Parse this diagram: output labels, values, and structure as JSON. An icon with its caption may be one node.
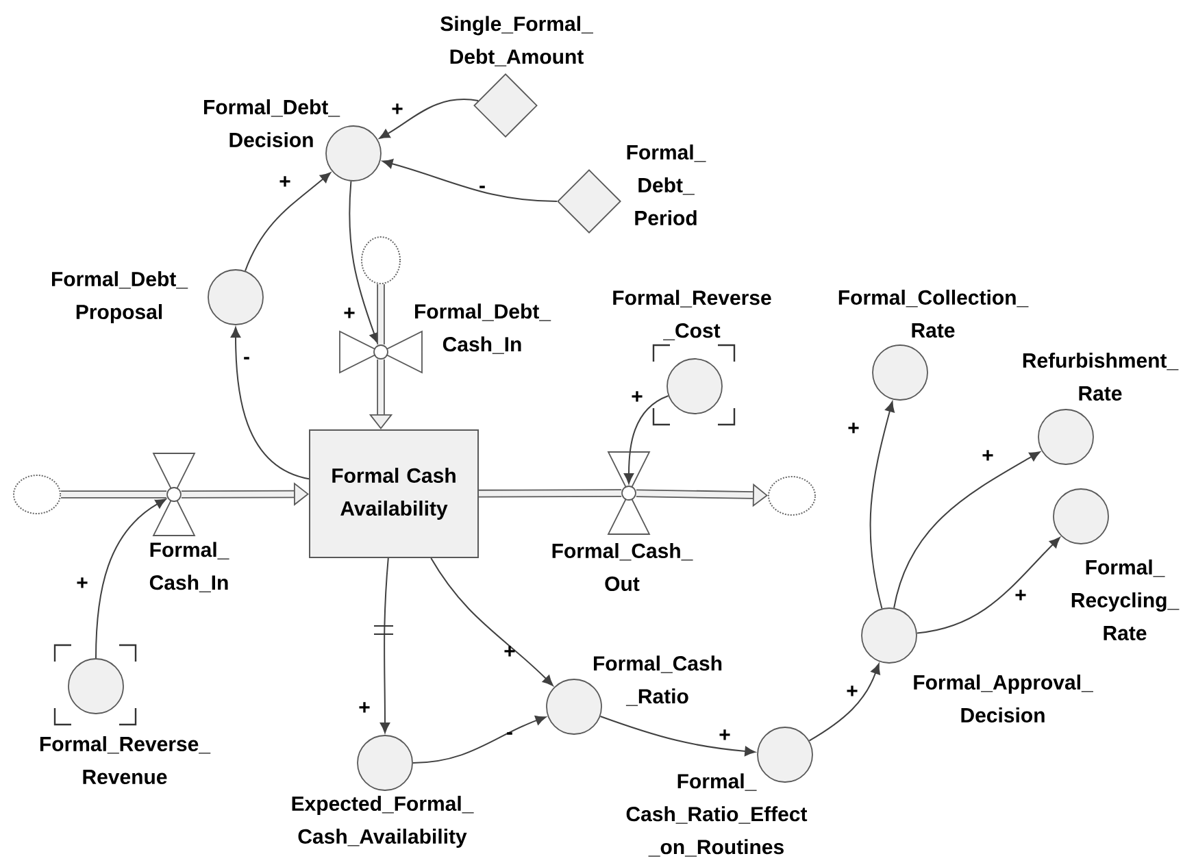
{
  "diagram": {
    "nodes": [
      {
        "text": [
          "Single_Formal_ Debt_Amount"
        ]
      },
      {
        "text": [
          "Formal_Debt_ Decision"
        ]
      },
      {
        "text": [
          "Formal_ Debt_ Period"
        ]
      },
      {
        "text": [
          "Formal_Debt_ Proposal"
        ]
      },
      {
        "text": [],
        "shape": "cloud"
      },
      {
        "text": [
          "Formal_Debt_ Cash_In"
        ]
      },
      {
        "text": [
          "Formal Cash Availability"
        ]
      },
      {
        "text": [],
        "shape": "cloud"
      },
      {
        "text": [
          "Formal_ Cash_In"
        ]
      },
      {
        "text": [
          "Formal_Reverse _Cost"
        ]
      },
      {
        "text": [
          "Formal_Cash_ Out"
        ]
      },
      {
        "text": [],
        "shape": "cloud"
      },
      {
        "text": [
          "Formal_Collection_ Rate"
        ]
      },
      {
        "text": [
          "Refurbishment_ Rate"
        ]
      },
      {
        "text": [
          "Formal_ Recycling_ Rate"
        ]
      },
      {
        "text": [
          "Formal_Reverse_ Revenue"
        ]
      },
      {
        "text": [
          "Formal_Cash _Ratio"
        ]
      },
      {
        "text": [
          "Formal_Approval_ Decision"
        ]
      },
      {
        "text": [
          "Expected_Formal_ Cash_Availability"
        ]
      },
      {
        "text": [
          "Formal_ Cash_Ratio_Effect _on_Routines"
        ]
      }
    ],
    "edges": [
      {
        "from": 0,
        "to": 1,
        "arrow": "to",
        "label": "+"
      },
      {
        "from": 2,
        "to": 1,
        "arrow": "to",
        "label": "-"
      },
      {
        "from": 3,
        "to": 1,
        "arrow": "to",
        "label": "+"
      },
      {
        "from": 1,
        "to": 5,
        "arrow": "to",
        "label": "+"
      },
      {
        "from": 6,
        "to": 3,
        "arrow": "to",
        "label": "-"
      },
      {
        "from": 4,
        "to": 5,
        "arrow": "none",
        "style": "thick"
      },
      {
        "from": 5,
        "to": 6,
        "arrow": "to",
        "style": "thick"
      },
      {
        "from": 7,
        "to": 8,
        "arrow": "none",
        "style": "thick"
      },
      {
        "from": 8,
        "to": 6,
        "arrow": "to",
        "style": "thick"
      },
      {
        "from": 6,
        "to": 10,
        "arrow": "none",
        "style": "thick"
      },
      {
        "from": 10,
        "to": 11,
        "arrow": "to",
        "style": "thick"
      },
      {
        "from": 9,
        "to": 10,
        "arrow": "to",
        "label": "+"
      },
      {
        "from": 15,
        "to": 8,
        "arrow": "to",
        "label": "+"
      },
      {
        "from": 6,
        "to": 18,
        "arrow": "to",
        "label": "+"
      },
      {
        "from": 6,
        "to": 16,
        "arrow": "to",
        "label": "+"
      },
      {
        "from": 18,
        "to": 16,
        "arrow": "to",
        "label": "-"
      },
      {
        "from": 16,
        "to": 19,
        "arrow": "to",
        "label": "+"
      },
      {
        "from": 19,
        "to": 17,
        "arrow": "to",
        "label": "+"
      },
      {
        "from": 17,
        "to": 12,
        "arrow": "to",
        "label": "+"
      },
      {
        "from": 17,
        "to": 13,
        "arrow": "to",
        "label": "+"
      },
      {
        "from": 17,
        "to": 14,
        "arrow": "to",
        "label": "+"
      }
    ]
  }
}
